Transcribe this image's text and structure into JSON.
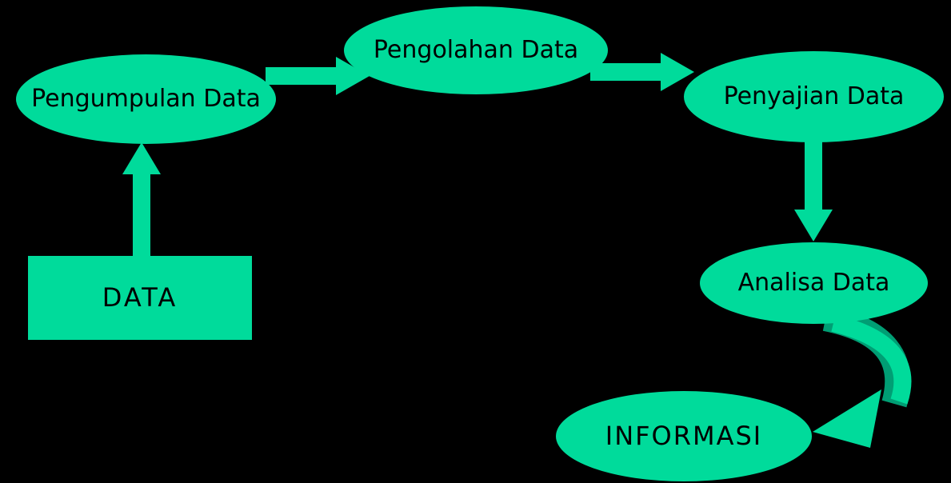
{
  "diagram": {
    "title": "Data processing flow diagram",
    "colors": {
      "background": "#000000",
      "shape_fill": "#00DB9B",
      "shape_fill_dark": "#009E74",
      "text": "#000000"
    },
    "nodes": {
      "pengumpulan_data": {
        "label": "Pengumpulan Data",
        "shape": "ellipse"
      },
      "pengolahan_data": {
        "label": "Pengolahan Data",
        "shape": "ellipse"
      },
      "penyajian_data": {
        "label": "Penyajian Data",
        "shape": "ellipse"
      },
      "analisa_data": {
        "label": "Analisa Data",
        "shape": "ellipse"
      },
      "informasi": {
        "label": "INFORMASI",
        "shape": "ellipse"
      },
      "data": {
        "label": "DATA",
        "shape": "rectangle"
      }
    },
    "edges": [
      {
        "from": "data",
        "to": "pengumpulan_data",
        "style": "block-arrow-up"
      },
      {
        "from": "pengumpulan_data",
        "to": "pengolahan_data",
        "style": "block-arrow-right"
      },
      {
        "from": "pengolahan_data",
        "to": "penyajian_data",
        "style": "block-arrow-right"
      },
      {
        "from": "penyajian_data",
        "to": "analisa_data",
        "style": "block-arrow-down"
      },
      {
        "from": "analisa_data",
        "to": "informasi",
        "style": "curved-block-arrow"
      }
    ]
  }
}
